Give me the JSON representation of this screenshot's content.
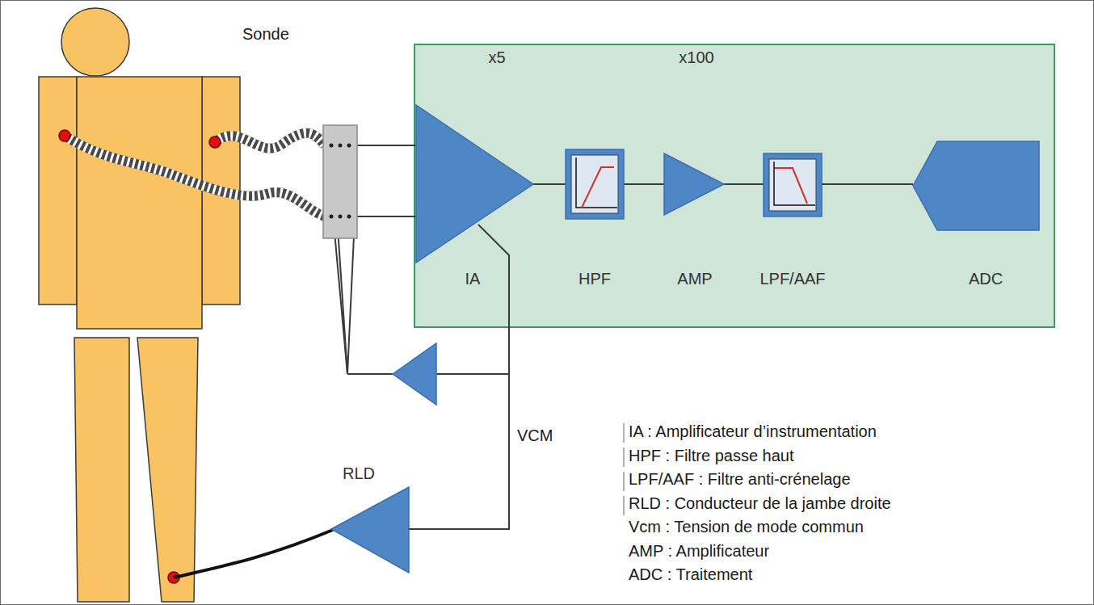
{
  "diagram": {
    "nodes": [
      {
        "text": [
          "x5",
          "IA"
        ]
      },
      {
        "text": [
          "HPF"
        ]
      },
      {
        "text": [
          "x100",
          "AMP"
        ]
      },
      {
        "text": [
          "LPF/AAF"
        ]
      },
      {
        "text": [
          "ADC"
        ]
      },
      {
        "text": [
          "RLD"
        ]
      }
    ],
    "edges": [
      {
        "from": 0,
        "to": 1,
        "arrow": "none"
      },
      {
        "from": 1,
        "to": 2,
        "arrow": "none"
      },
      {
        "from": 2,
        "to": 3,
        "arrow": "none"
      },
      {
        "from": 3,
        "to": 4,
        "arrow": "none"
      }
    ],
    "labels": [
      "Sonde",
      "VCM",
      "IA : Amplificateur d’instrumentation",
      "HPF : Filtre passe haut",
      "LPF/AAF : Filtre anti-crénelage",
      "RLD : Conducteur de la jambe droite",
      "Vcm : Tension de mode commun",
      "AMP : Amplificateur",
      "ADC : Traitement"
    ]
  }
}
